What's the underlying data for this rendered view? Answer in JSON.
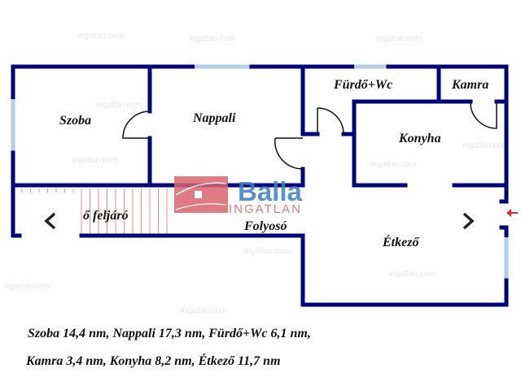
{
  "watermark": "ingatlan.com",
  "rooms": {
    "szoba": "Szoba",
    "nappali": "Nappali",
    "furdo": "Fürdő+Wc",
    "kamra": "Kamra",
    "konyha": "Konyha",
    "folyoso": "Folyosó",
    "feljaro": "ő feljáró",
    "etkezo": "Étkező"
  },
  "caption": {
    "line1": "Szoba 14,4 nm, Nappali 17,3 nm, Fürdő+Wc 6,1 nm,",
    "line2": "Kamra 3,4 nm, Konyha 8,2 nm, Étkező 11,7 nm"
  },
  "logo": {
    "name": "Balla",
    "sub": "INGATLAN",
    "colors": {
      "house": "#d9646e",
      "name": "#3a7fc4",
      "sub": "#d9646e"
    }
  },
  "colors": {
    "wall": "#00007f",
    "window": "#b3cdea",
    "stairs": "#f08a8a",
    "entry_arrow": "#e8262b"
  },
  "nav": {
    "prev": "previous-image",
    "next": "next-image"
  }
}
